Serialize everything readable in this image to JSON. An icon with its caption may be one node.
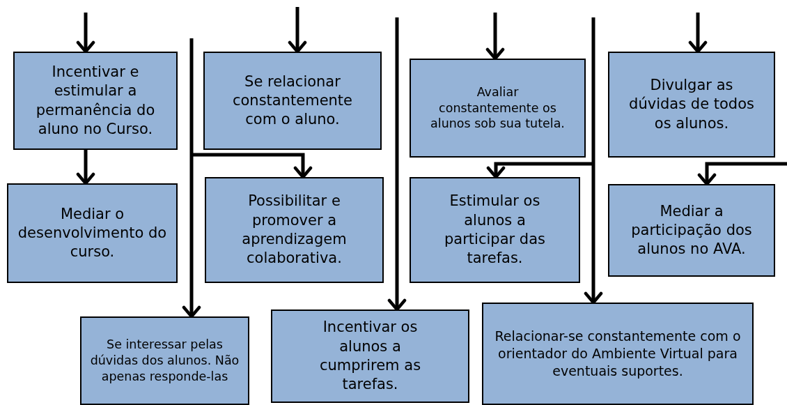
{
  "diagram": {
    "nodes": [
      {
        "text": [
          "Incentivar e estimular a permanência do aluno no Curso."
        ]
      },
      {
        "text": [
          "Se relacionar constantemente com o aluno."
        ]
      },
      {
        "text": [
          "Avaliar constantemente os alunos sob sua tutela."
        ]
      },
      {
        "text": [
          "Divulgar as dúvidas de todos os alunos."
        ]
      },
      {
        "text": [
          "Mediar o desenvolvimento do curso."
        ]
      },
      {
        "text": [
          "Possibilitar e promover a aprendizagem colaborativa."
        ]
      },
      {
        "text": [
          "Estimular os alunos a participar das tarefas."
        ]
      },
      {
        "text": [
          "Mediar a participação dos alunos no AVA."
        ]
      },
      {
        "text": [
          "Se interessar pelas dúvidas dos alunos. Não apenas responde-las"
        ]
      },
      {
        "text": [
          "Incentivar os alunos a cumprirem as tarefas."
        ]
      },
      {
        "text": [
          "Relacionar-se constantemente com o orientador do Ambiente Virtual para eventuais suportes."
        ]
      }
    ],
    "edges": [
      {
        "from": null,
        "to": 0,
        "arrow": "to"
      },
      {
        "from": 0,
        "to": 4,
        "arrow": "to"
      },
      {
        "from": null,
        "to": 1,
        "arrow": "to"
      },
      {
        "from": null,
        "to": 2,
        "arrow": "to"
      },
      {
        "from": null,
        "to": 3,
        "arrow": "to"
      },
      {
        "from": null,
        "to": 8,
        "arrow": "to"
      },
      {
        "from": null,
        "to": 5,
        "arrow": "to"
      },
      {
        "from": null,
        "to": 9,
        "arrow": "to"
      },
      {
        "from": null,
        "to": 10,
        "arrow": "to"
      },
      {
        "from": null,
        "to": 6,
        "arrow": "to"
      },
      {
        "from": null,
        "to": 7,
        "arrow": "to"
      }
    ]
  }
}
